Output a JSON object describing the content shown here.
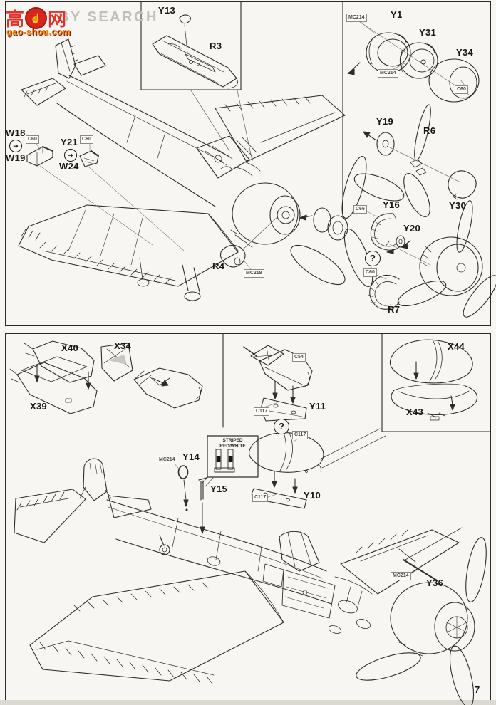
{
  "watermark": {
    "cn_left": "高",
    "cn_right": "网",
    "thumb": "☝",
    "gray_text": "BY SEARCH",
    "site": "gao-shou.com"
  },
  "page": {
    "number": "7"
  },
  "icons": {
    "question_mark": "?",
    "bend_arrow": "➔"
  },
  "top": {
    "inset_r3": {
      "y13": "Y13",
      "r3": "R3"
    },
    "left_pe": {
      "w18": "W18",
      "w19": "W19",
      "c60": "C60"
    },
    "right_pe": {
      "y21": "Y21",
      "w24": "W24",
      "c60": "C60"
    },
    "spinner_cap": {
      "r4": "R4",
      "mc218": "MC218"
    },
    "cowl": {
      "y1": "Y1",
      "mc214_a": "MC214",
      "y31": "Y31",
      "mc214_b": "MC214",
      "y34": "Y34",
      "c60": "C60"
    },
    "prop": {
      "y19": "Y19",
      "r6": "R6",
      "y30": "Y30"
    },
    "flaps": {
      "y16": "Y16",
      "c66": "C66",
      "y20": "Y20",
      "r7": "R7",
      "c60": "C60"
    }
  },
  "bottom": {
    "bomb_a": {
      "x40": "X40",
      "x39": "X39"
    },
    "bomb_b": {
      "x34": "X34"
    },
    "bomb_c": {
      "c54": "C54",
      "y11": "Y11",
      "c117": "C117"
    },
    "tank_parts": {
      "x44": "X44",
      "x43": "X43"
    },
    "striped": {
      "line1": "STRIPED",
      "line2": "RED/WHITE"
    },
    "mast": {
      "y14": "Y14",
      "mc214": "MC214",
      "y15": "Y15"
    },
    "tank_fit": {
      "c117_tank": "C117",
      "y10": "Y10",
      "c117_rack": "C117"
    },
    "antenna": {
      "y36": "Y36",
      "mc214": "MC214"
    }
  }
}
